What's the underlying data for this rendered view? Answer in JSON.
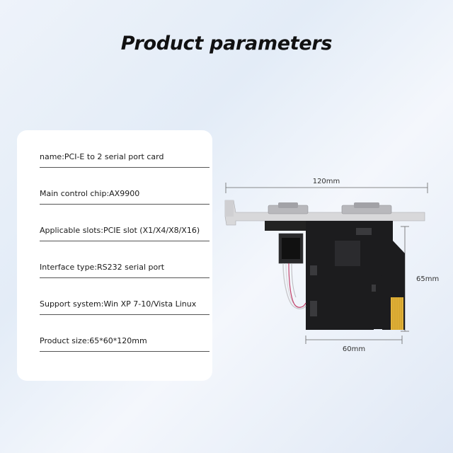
{
  "title": "Product parameters",
  "specs": [
    "name:PCI-E to 2 serial port card",
    "Main control chip:AX9900",
    "Applicable slots:PCIE slot (X1/X4/X8/X16)",
    "Interface type:RS232 serial port",
    "Support system:Win XP 7-10/Vista Linux",
    "Product size:65*60*120mm"
  ],
  "dimensions": {
    "width_label": "120mm",
    "height_label": "65mm",
    "board_width_label": "60mm"
  },
  "colors": {
    "pcb": "#1c1c1e",
    "bracket": "#d8d8da",
    "gold_fingers": "#e2b23a"
  }
}
